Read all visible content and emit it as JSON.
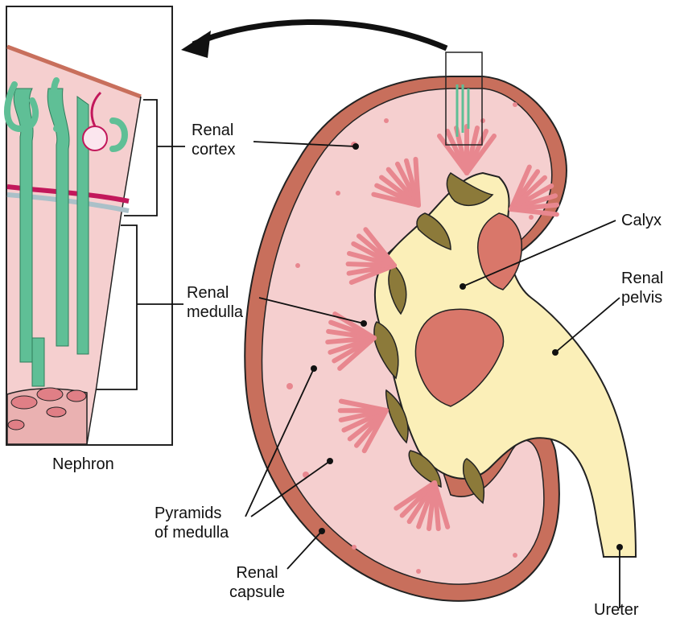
{
  "labels": {
    "renal_cortex": [
      "Renal",
      "cortex"
    ],
    "renal_medulla": [
      "Renal",
      "medulla"
    ],
    "calyx": "Calyx",
    "renal_pelvis": [
      "Renal",
      "pelvis"
    ],
    "nephron": "Nephron",
    "pyramids_of_medulla": [
      "Pyramids",
      "of medulla"
    ],
    "renal_capsule": [
      "Renal",
      "capsule"
    ],
    "ureter": "Ureter"
  },
  "colors": {
    "capsule": "#c86f5c",
    "cortex": "#f5cfcf",
    "pyramid": "#e8878f",
    "pelvis": "#fbefb8",
    "calyx_inner": "#8c7a3a",
    "nephron_tubule": "#5fbf96",
    "blood_vessel": "#c2185b",
    "inner_medulla": "#d9776a"
  }
}
